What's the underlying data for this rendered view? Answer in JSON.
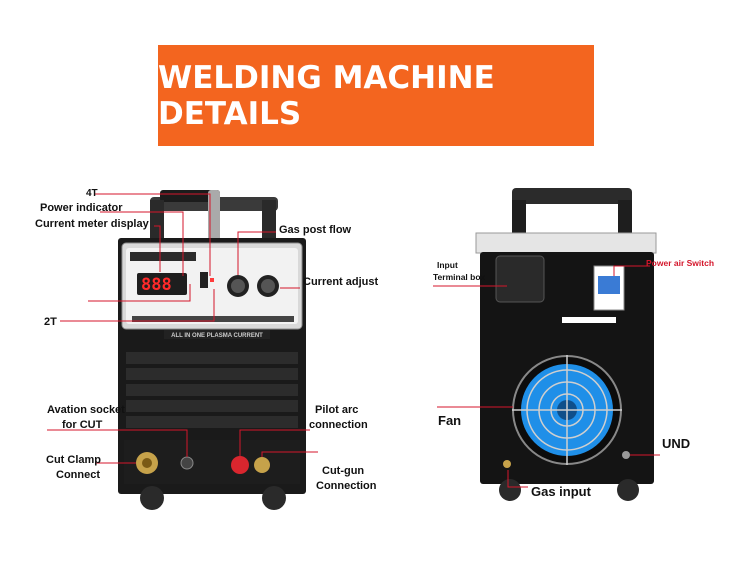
{
  "banner": {
    "title": "WELDING MACHINE DETAILS"
  },
  "front_labels": {
    "t4": "4T",
    "power_indicator": "Power indicator",
    "current_meter_display": "Current meter display",
    "gas_post_flow": "Gas post flow",
    "current_adjust": "Current adjust",
    "t2": "2T",
    "avation_socket_1": "Avation socket",
    "avation_socket_2": "for CUT",
    "pilot_arc_1": "Pilot arc",
    "pilot_arc_2": "connection",
    "cut_clamp_1": "Cut Clamp",
    "cut_clamp_2": "Connect",
    "cut_gun_1": "Cut-gun",
    "cut_gun_2": "Connection"
  },
  "back_labels": {
    "input_1": "Input",
    "input_2": "Terminal box",
    "power_air_switch": "Power air Switch",
    "fan": "Fan",
    "und": "UND",
    "gas_input": "Gas input"
  },
  "machine_text": {
    "display": "888",
    "panel_strip": "ALL IN ONE PLASMA CURRENT"
  },
  "colors": {
    "banner": "#f3651f",
    "callout_red": "#d4162b",
    "led": "#ff2a2a",
    "fan_blue": "#1f8fe8",
    "panel": "#161616"
  }
}
